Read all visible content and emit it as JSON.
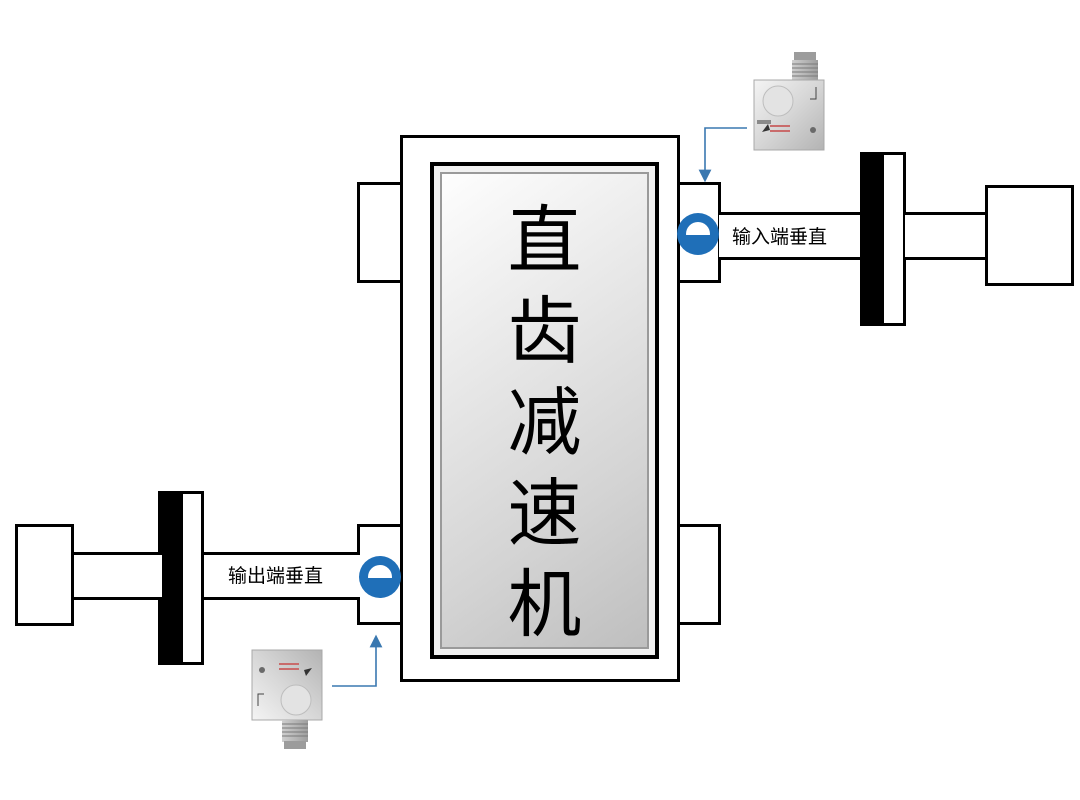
{
  "diagram": {
    "title": "直齿减速机",
    "input_label": "输入端垂直",
    "output_label": "输出端垂直"
  },
  "colors": {
    "stroke": "#000000",
    "sensor_marker": "#1f6fb8",
    "leader_line": "#3a78b0",
    "panel_gradient_light": "#ffffff",
    "panel_gradient_dark": "#bdbdbd"
  },
  "icons": {
    "top_sensor": "accelerometer-sensor-icon",
    "bottom_sensor": "accelerometer-sensor-icon",
    "input_marker": "sensor-position-marker-icon",
    "output_marker": "sensor-position-marker-icon"
  }
}
